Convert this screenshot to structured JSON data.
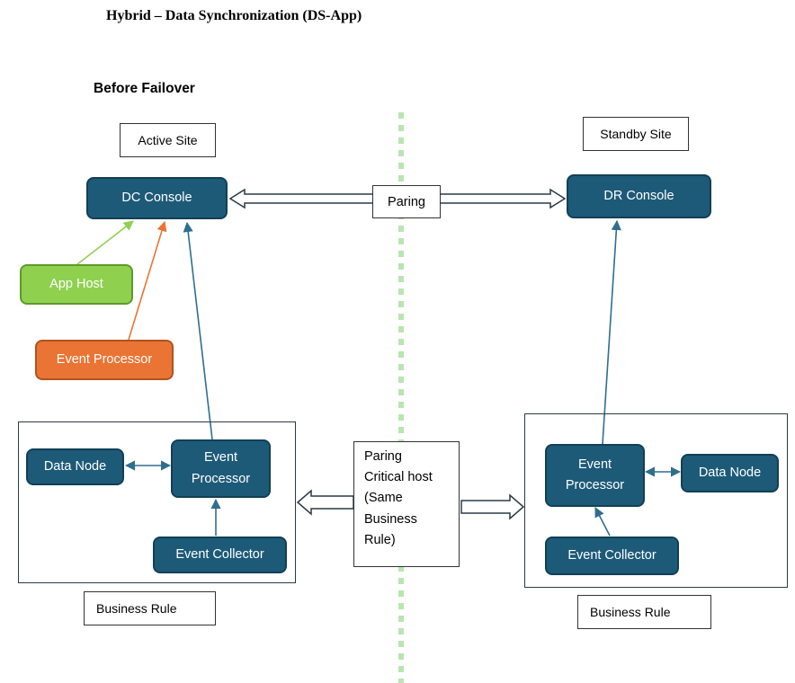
{
  "title": "Hybrid – Data Synchronization (DS-App)",
  "subtitle": "Before Failover",
  "sites": {
    "active": "Active Site",
    "standby": "Standby Site"
  },
  "consoles": {
    "dc": "DC Console",
    "dr": "DR Console"
  },
  "pairing_label": "Paring",
  "left_nodes": {
    "app_host": "App Host",
    "event_processor": "Event Processor"
  },
  "left_group": {
    "data_node": "Data Node",
    "event_processor_line1": "Event",
    "event_processor_line2": "Processor",
    "event_collector": "Event Collector",
    "label": "Business Rule"
  },
  "right_group": {
    "data_node": "Data Node",
    "event_processor_line1": "Event",
    "event_processor_line2": "Processor",
    "event_collector": "Event Collector",
    "label": "Business Rule"
  },
  "center_note": {
    "line1": "Paring",
    "line2": "Critical host",
    "line3": "(Same",
    "line4": "Business",
    "line5": "Rule)"
  },
  "colors": {
    "node_blue": "#1d5a78",
    "app_host_green": "#8fd14f",
    "event_processor_orange": "#ea7434",
    "divider_green": "#b8e6b0"
  }
}
